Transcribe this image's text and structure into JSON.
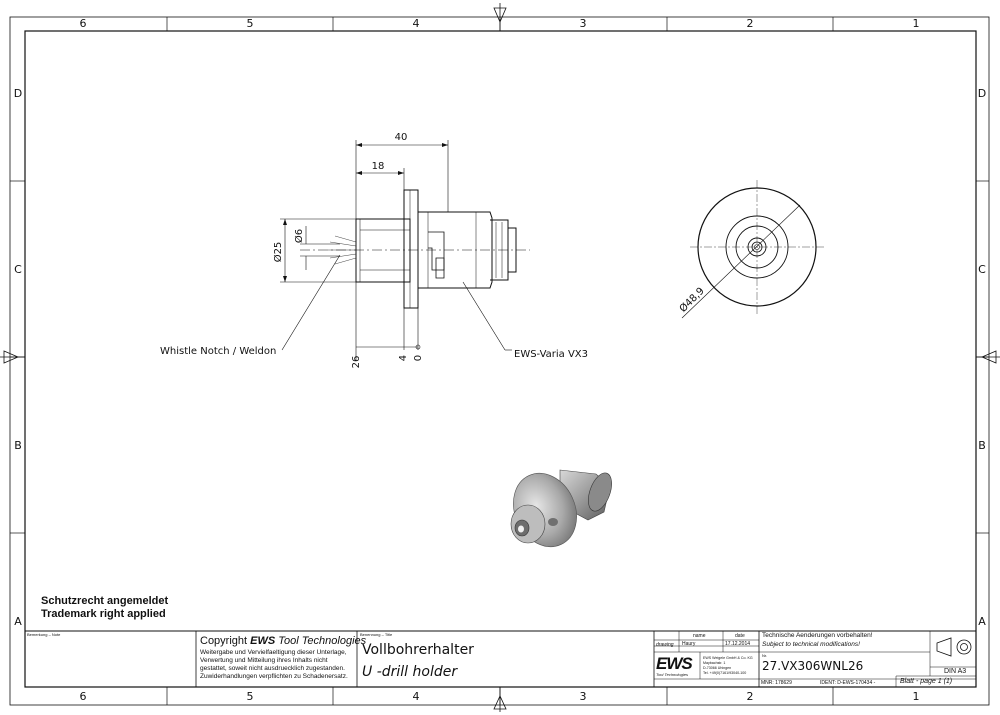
{
  "grid": {
    "columns": [
      "6",
      "5",
      "4",
      "3",
      "2",
      "1"
    ],
    "rows": [
      "D",
      "C",
      "B",
      "A"
    ]
  },
  "drawing": {
    "dim_40": "40",
    "dim_18": "18",
    "dim_d25": "Ø25",
    "dim_d6": "Ø6",
    "dim_26": "26",
    "dim_4": "4",
    "dim_0": "0",
    "dim_d48": "Ø48,9",
    "label_whistle": "Whistle Notch / Weldon",
    "label_varia": "EWS-Varia VX3"
  },
  "notice": {
    "line1": "Schutzrecht angemeldet",
    "line2": "Trademark right applied"
  },
  "titleblock": {
    "remark_label": "Bemerkung – Note",
    "copyright_head": "Copyright",
    "copyright_brand": "EWS",
    "copyright_tail": "Tool Technologies",
    "copyright_lines": [
      "Weitergabe und Vervielfaeltigung dieser Unterlage,",
      "Verwertung und Mitteilung ihres Inhalts nicht",
      "gestattet, soweit nicht ausdruecklich zugestanden.",
      "Zuwiderhandlungen verpflichten zu Schadenersatz."
    ],
    "title_label": "Benennung – Title",
    "title_de": "Vollbohrerhalter",
    "title_en": "U -drill holder",
    "col_name": "name",
    "col_date": "date",
    "row_drawing": "drawing",
    "drawn_by": "Haury",
    "drawn_date": "17.12.2014",
    "logo": "EWS",
    "logo_sub": "Tool Technologies",
    "company_lines": [
      "EWS Weigele GmbH & Co. KG",
      "Maybachstr. 1",
      "D-73066 Uhingen",
      "Tel. +49(0)7161/93040-100"
    ],
    "mnr": "MNR: 178629",
    "changes_de": "Technische Aenderungen vorbehalten!",
    "changes_en": "Subject to technical modifications!",
    "nr_label": "Nr.",
    "drawing_number": "27.VX306WNL26",
    "format": "DIN A3",
    "ident": "IDENT: D-EWS-170434 -",
    "sheet": "Blatt - page  1 (1)"
  }
}
